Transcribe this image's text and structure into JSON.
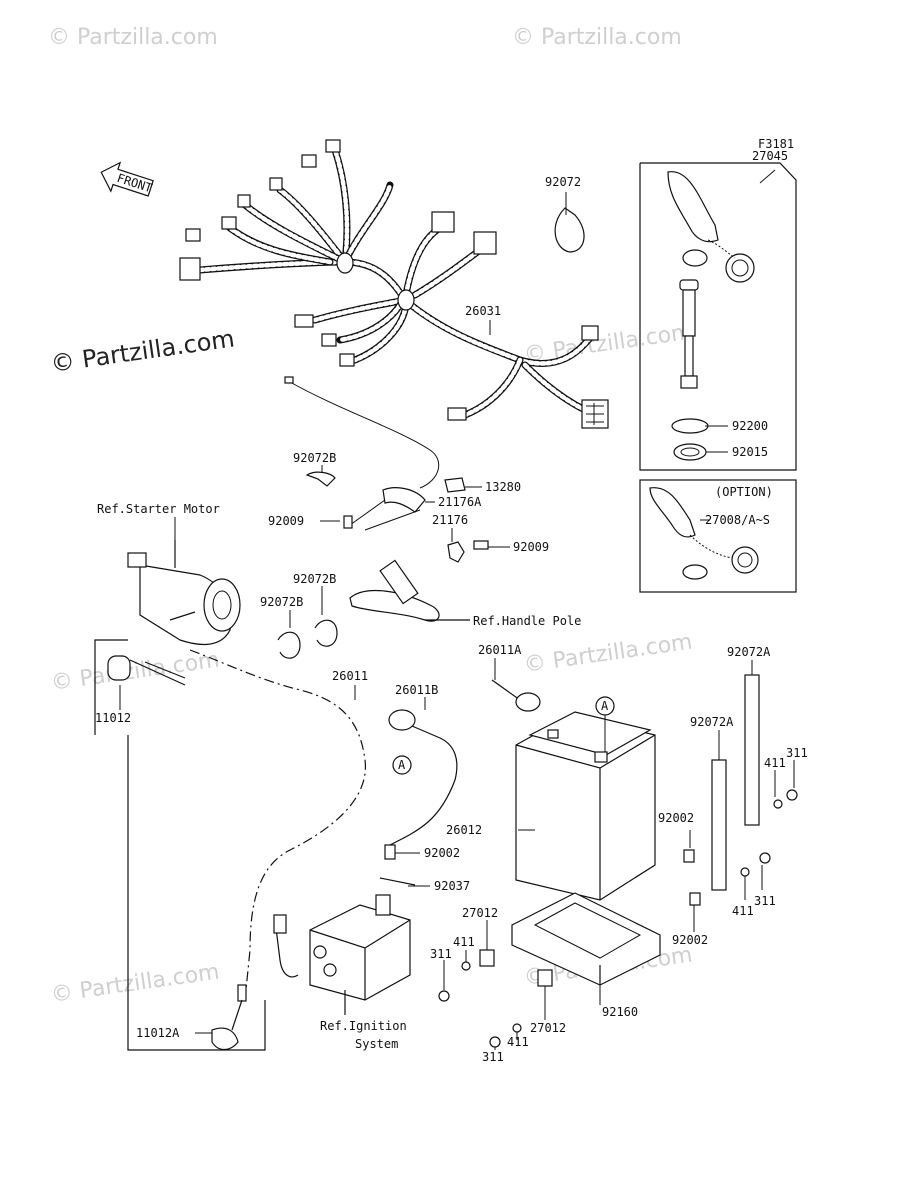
{
  "watermarks": {
    "top_left": "© Partzilla.com",
    "top_right": "© Partzilla.com",
    "main": "© Partzilla.com",
    "mid_right": "© Partzilla.com",
    "mid_left": "© Partzilla.com",
    "bottom_left": "© Partzilla.com",
    "bottom_right": "© Partzilla.com",
    "mid_center": "© Partzilla.com"
  },
  "figure_code": "F3181",
  "front_label": "FRONT",
  "labels": {
    "p27045": "27045",
    "p92072": "92072",
    "p26031": "26031",
    "p92200": "92200",
    "p92015": "92015",
    "p92072B_a": "92072B",
    "p13280": "13280",
    "p21176A": "21176A",
    "p92009_a": "92009",
    "p21176": "21176",
    "p92009_b": "92009",
    "option": "(OPTION)",
    "p27008": "27008/A~S",
    "ref_starter": "Ref.Starter Motor",
    "p92072B_b": "92072B",
    "p92072B_c": "92072B",
    "ref_handle": "Ref.Handle Pole",
    "p26011A": "26011A",
    "p92072A_a": "92072A",
    "p11012": "11012",
    "p26011": "26011",
    "p26011B": "26011B",
    "p92072A_b": "92072A",
    "p311_a": "311",
    "p411_a": "411",
    "p26012": "26012",
    "p92002_a": "92002",
    "p92002_b": "92002",
    "p92037": "92037",
    "p311_b": "311",
    "p411_b": "411",
    "p92002_c": "92002",
    "p27012_a": "27012",
    "p411_c": "411",
    "p311_c": "311",
    "p11012A": "11012A",
    "ref_ignition_1": "Ref.Ignition",
    "ref_ignition_2": "System",
    "p27012_b": "27012",
    "p411_d": "411",
    "p311_d": "311",
    "p92160": "92160",
    "marker_A": "A"
  }
}
